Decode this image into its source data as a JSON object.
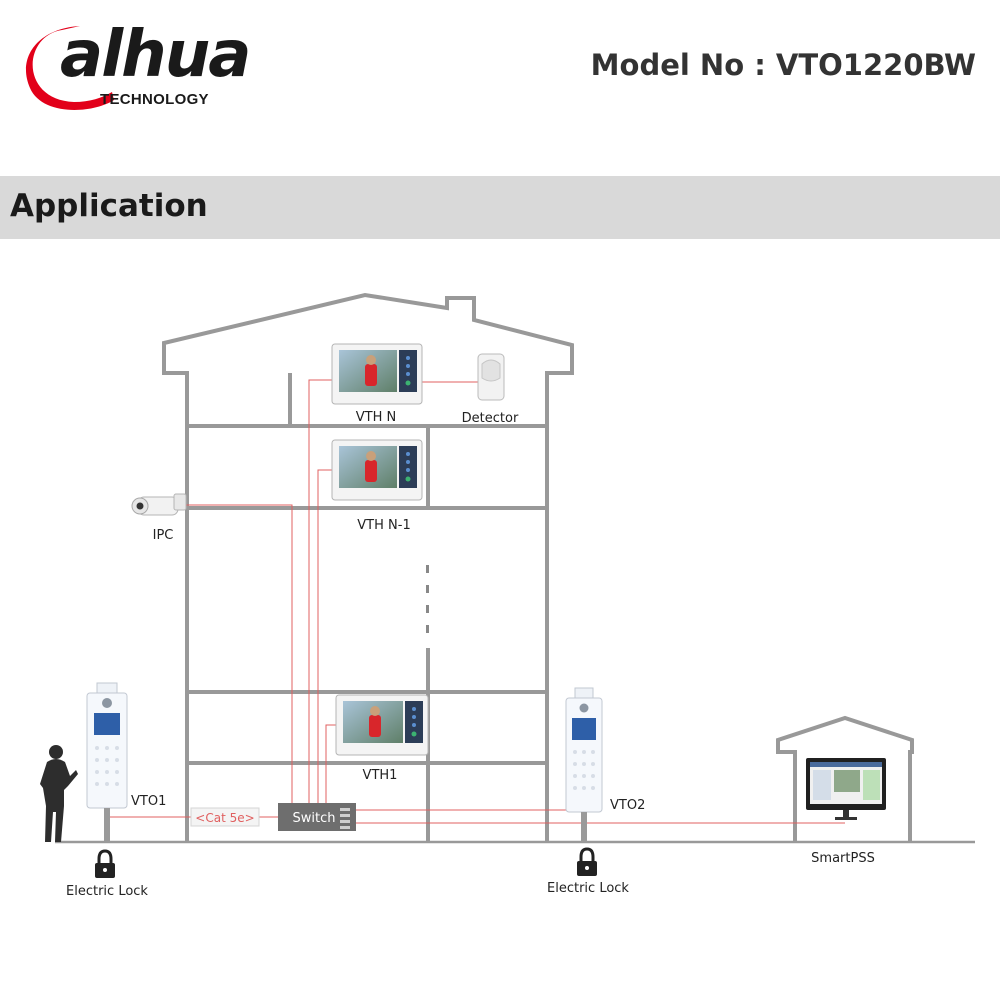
{
  "brand": {
    "logo_text": "alhua",
    "tagline": "TECHNOLOGY",
    "logo_color": "#e2001a"
  },
  "header": {
    "model": "Model No : VTO1220BW"
  },
  "section": {
    "title": "Application"
  },
  "diagram": {
    "labels": {
      "vth_n": "VTH N",
      "detector": "Detector",
      "vth_n_1": "VTH N-1",
      "ipc": "IPC",
      "vth1": "VTH1",
      "vto1": "VTO1",
      "cat5e": "<Cat 5e>",
      "switch": "Switch",
      "vto2": "VTO2",
      "lock1": "Electric Lock",
      "lock2": "Electric Lock",
      "smartpss": "SmartPSS"
    },
    "colors": {
      "building": "#999999",
      "cable": "#e06060",
      "switch": "#6e6e6e"
    }
  }
}
